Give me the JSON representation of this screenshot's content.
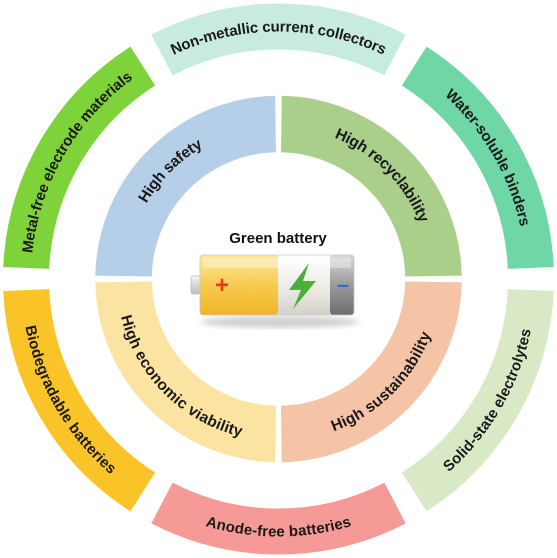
{
  "center": {
    "title": "Green battery",
    "icon": "battery-charging-icon",
    "plus": "+",
    "minus": "–",
    "colors": {
      "cell": "#f7c94a",
      "mid": "#ebe9e2",
      "cap": "#9a9a9a",
      "bolt": "#4dae3d",
      "plus": "#e43a1f",
      "minus": "#2f6fbd"
    }
  },
  "inner_ring": [
    {
      "label": "High safety",
      "color": "#b6cfe9"
    },
    {
      "label": "High recyclability",
      "color": "#a9cf8b"
    },
    {
      "label": "High sustainability",
      "color": "#f5c3a5"
    },
    {
      "label": "High economic viability",
      "color": "#fbe3a2"
    }
  ],
  "outer_ring": [
    {
      "label": "Non-metallic current collectors",
      "color": "#c7ecdf"
    },
    {
      "label": "Water-soluble binders",
      "color": "#6fd6a6"
    },
    {
      "label": "Solid-state electrolytes",
      "color": "#d9e9c6"
    },
    {
      "label": "Anode-free batteries",
      "color": "#f59a96"
    },
    {
      "label": "Biodegradable batteries",
      "color": "#fac428"
    },
    {
      "label": "Metal-free electrode materials",
      "color": "#7ed33b"
    }
  ]
}
